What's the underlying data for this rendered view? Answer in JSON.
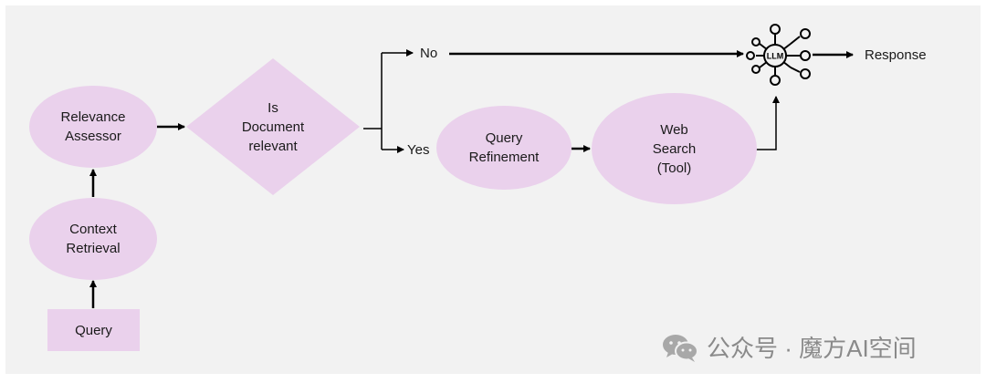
{
  "diagram": {
    "nodes": {
      "query": "Query",
      "context_retrieval": "Context\nRetrieval",
      "relevance_assessor": "Relevance\nAssessor",
      "decision": "Is\nDocument\nrelevant",
      "query_refinement": "Query\nRefinement",
      "web_search": "Web\nSearch\n(Tool)",
      "llm": "LLM"
    },
    "branches": {
      "no": "No",
      "yes": "Yes"
    },
    "output": "Response"
  },
  "watermark": {
    "text": "公众号 · 魔方AI空间"
  },
  "colors": {
    "node_fill": "#ead1ec",
    "background": "#f2f2f2",
    "arrow": "#000000"
  }
}
